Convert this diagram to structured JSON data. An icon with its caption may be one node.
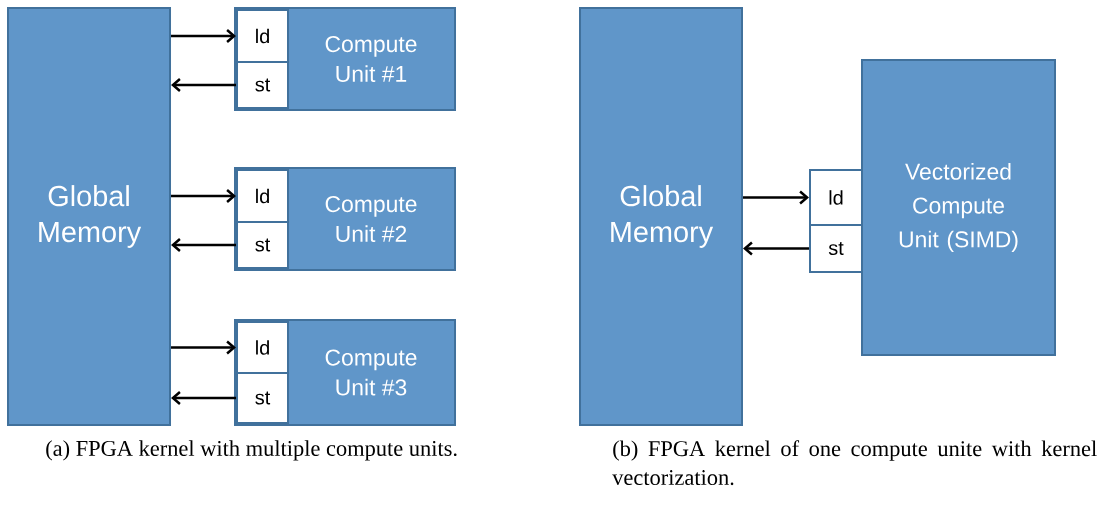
{
  "diagram": {
    "nodes": [
      {
        "text": [
          "Global Memory"
        ]
      },
      {
        "text": [
          "Compute Unit #1"
        ]
      },
      {
        "text": [
          "ld"
        ],
        "in": 1
      },
      {
        "text": [
          "st"
        ],
        "in": 1
      },
      {
        "text": [
          "Compute Unit #2"
        ]
      },
      {
        "text": [
          "ld"
        ],
        "in": 4
      },
      {
        "text": [
          "st"
        ],
        "in": 4
      },
      {
        "text": [
          "Compute Unit #3"
        ]
      },
      {
        "text": [
          "ld"
        ],
        "in": 7
      },
      {
        "text": [
          "st"
        ],
        "in": 7
      },
      {
        "text": [
          "Global Memory"
        ]
      },
      {
        "text": [
          "Vectorized Compute Unit (SIMD)"
        ]
      },
      {
        "text": [
          "ld"
        ]
      },
      {
        "text": [
          "st"
        ]
      }
    ],
    "edges": [
      {
        "from": 0,
        "to": 2,
        "arrow": "to"
      },
      {
        "from": 3,
        "to": 0,
        "arrow": "to"
      },
      {
        "from": 0,
        "to": 5,
        "arrow": "to"
      },
      {
        "from": 6,
        "to": 0,
        "arrow": "to"
      },
      {
        "from": 0,
        "to": 8,
        "arrow": "to"
      },
      {
        "from": 9,
        "to": 0,
        "arrow": "to"
      },
      {
        "from": 10,
        "to": 12,
        "arrow": "to"
      },
      {
        "from": 13,
        "to": 10,
        "arrow": "to"
      }
    ],
    "labels": [
      "(a) FPGA kernel with multiple compute units.",
      "(b) FPGA kernel of one compute unite with kernel vectorization."
    ]
  }
}
